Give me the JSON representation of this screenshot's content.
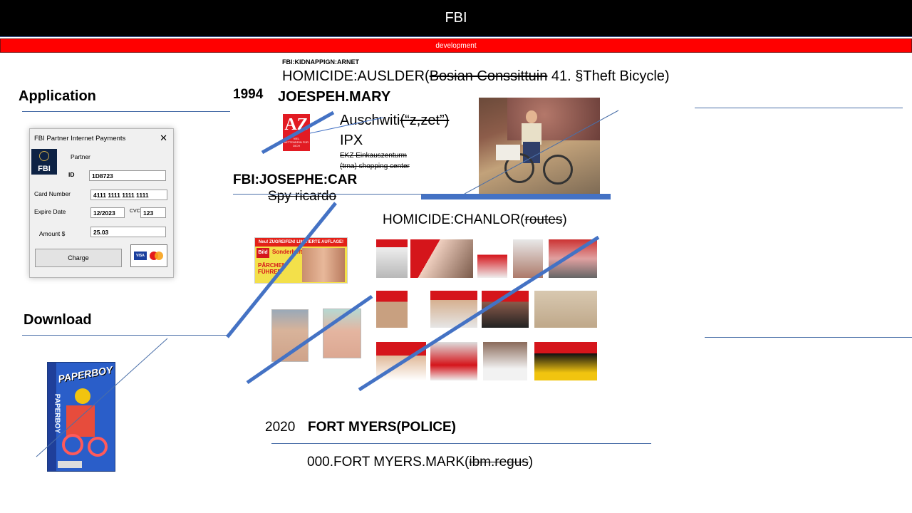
{
  "header": {
    "title": "FBI",
    "env_label": "development"
  },
  "left": {
    "application_heading": "Application",
    "download_heading": "Download",
    "dialog": {
      "title": "FBI Partner Internet Payments",
      "logo_text": "FBI",
      "partner_label": "Partner",
      "id_label": "ID",
      "id_value": "1D8723",
      "card_number_label": "Card Number",
      "card_number_value": "4111 1111 1111 1111",
      "expire_label": "Expire Date",
      "expire_value": "12/2023",
      "cvc_label": "CVC",
      "cvc_value": "123",
      "amount_label": "Amount $",
      "amount_value": "25.03",
      "charge_label": "Charge",
      "visa_label": "VISA"
    },
    "game_box": {
      "title": "PAPERBOY",
      "side_text": "PAPERBOY"
    }
  },
  "case": {
    "small_label": "FBI:KIDNAPPIGN:ARNET",
    "homicide1_prefix": "HOMICIDE:AUSLDER(",
    "homicide1_strike": "Bosian Conssittuin",
    "homicide1_suffix": " 41. §Theft Bicycle)",
    "year1": "1994",
    "name1": "JOESPEH.MARY",
    "az_logo": "AZ",
    "az_tagline": "VIEL MITTENDRIN FÜR DICH",
    "auschwitz_prefix": "Auschwiti",
    "auschwitz_strike": "(“z,zet”)",
    "ipx": "IPX",
    "ekz_line1": "EKZ Einkauszenturm",
    "ekz_line2": "(trna) shopping center",
    "josephe": "FBI:JOSEPHE:CAR",
    "spy": "Spy ricardo",
    "homicide2_prefix": "HOMICIDE:CHANLOR(",
    "homicide2_strike": "routes",
    "homicide2_suffix": ")",
    "year2": "2020",
    "fort_myers": "FORT MYERS(POLICE)",
    "fort_mark_prefix": "000.FORT MYERS.MARK(",
    "fort_mark_strike": "ibm.regus",
    "fort_mark_suffix": ")"
  },
  "magazines": {
    "banner_top": "Neu! ZUGREIFEN! LIMITIERTE AUFLAGE!",
    "banner_brand": "Bild",
    "banner_mid": "Sonderheft",
    "banner_bottom": "PÄRCHEN FÜHRER"
  },
  "colors": {
    "accent_blue": "#4a6fa8",
    "dev_red": "#ff0000",
    "bild_red": "#d5151b"
  }
}
